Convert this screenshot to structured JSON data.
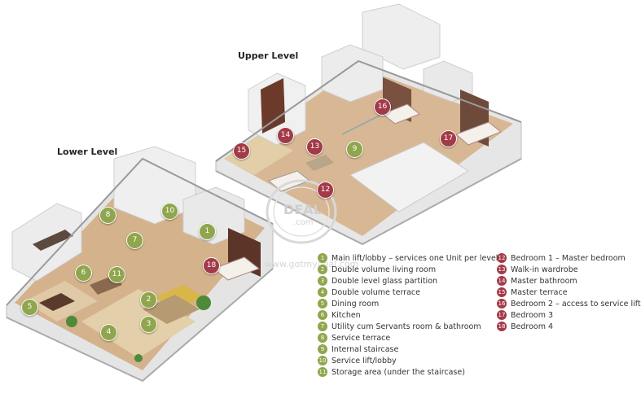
{
  "levels": {
    "upper": "Upper Level",
    "lower": "Lower Level"
  },
  "watermark": {
    "brand": "DEAL",
    "domain": ".com",
    "url": "www.gotmydeal.com"
  },
  "colors": {
    "lower_level_marker": "#8fa64d",
    "upper_level_marker": "#a33a48",
    "floor_wood": "#c9a27a",
    "wall_white": "#ededed"
  },
  "legend": [
    {
      "num": "1",
      "label": "Main lift/lobby – services one Unit per level",
      "group": "lower"
    },
    {
      "num": "2",
      "label": "Double volume living room",
      "group": "lower"
    },
    {
      "num": "3",
      "label": "Double level glass partition",
      "group": "lower"
    },
    {
      "num": "4",
      "label": "Double volume terrace",
      "group": "lower"
    },
    {
      "num": "5",
      "label": "Dining room",
      "group": "lower"
    },
    {
      "num": "6",
      "label": "Kitchen",
      "group": "lower"
    },
    {
      "num": "7",
      "label": "Utility cum Servants room & bathroom",
      "group": "lower"
    },
    {
      "num": "8",
      "label": "Service terrace",
      "group": "lower"
    },
    {
      "num": "9",
      "label": "Internal staircase",
      "group": "lower"
    },
    {
      "num": "10",
      "label": "Service lift/lobby",
      "group": "lower"
    },
    {
      "num": "11",
      "label": "Storage area (under the staircase)",
      "group": "lower"
    },
    {
      "num": "12",
      "label": "Bedroom 1 – Master bedroom",
      "group": "upper"
    },
    {
      "num": "13",
      "label": "Walk-in wardrobe",
      "group": "upper"
    },
    {
      "num": "14",
      "label": "Master bathroom",
      "group": "upper"
    },
    {
      "num": "15",
      "label": "Master terrace",
      "group": "upper"
    },
    {
      "num": "16",
      "label": "Bedroom 2 – access to service lift",
      "group": "upper"
    },
    {
      "num": "17",
      "label": "Bedroom 3",
      "group": "upper"
    },
    {
      "num": "18",
      "label": "Bedroom 4",
      "group": "upper"
    }
  ],
  "markers": [
    {
      "num": "1",
      "group": "lower"
    },
    {
      "num": "2",
      "group": "lower"
    },
    {
      "num": "3",
      "group": "lower"
    },
    {
      "num": "4",
      "group": "lower"
    },
    {
      "num": "5",
      "group": "lower"
    },
    {
      "num": "6",
      "group": "lower"
    },
    {
      "num": "7",
      "group": "lower"
    },
    {
      "num": "8",
      "group": "lower"
    },
    {
      "num": "9",
      "group": "lower"
    },
    {
      "num": "10",
      "group": "lower"
    },
    {
      "num": "11",
      "group": "lower"
    },
    {
      "num": "12",
      "group": "upper"
    },
    {
      "num": "13",
      "group": "upper"
    },
    {
      "num": "14",
      "group": "upper"
    },
    {
      "num": "15",
      "group": "upper"
    },
    {
      "num": "16",
      "group": "upper"
    },
    {
      "num": "17",
      "group": "upper"
    },
    {
      "num": "18",
      "group": "upper"
    }
  ]
}
